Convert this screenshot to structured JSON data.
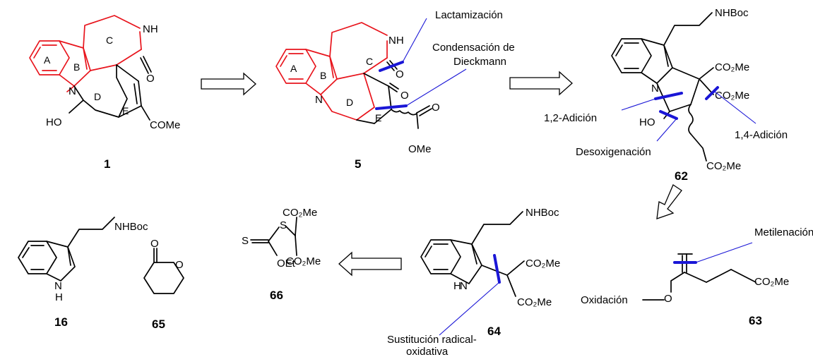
{
  "compounds": {
    "c1": "1",
    "c5": "5",
    "c62": "62",
    "c63": "63",
    "c64": "64",
    "c65": "65",
    "c66": "66",
    "c16": "16"
  },
  "ring_labels": {
    "A": "A",
    "B": "B",
    "C": "C",
    "D": "D",
    "E": "E"
  },
  "atom_labels": {
    "nh": "NH",
    "n": "N",
    "o": "O",
    "ho": "HO",
    "come": "COMe",
    "ome": "OMe",
    "nhboc": "NHBoc",
    "co2me": "CO₂Me",
    "oet": "OEt",
    "s": "S",
    "h": "H"
  },
  "annotations": {
    "lactamizacion": "Lactamización",
    "dieckmann_1": "Condensación de",
    "dieckmann_2": "Dieckmann",
    "adicion_12": "1,2-Adición",
    "adicion_14": "1,4-Adición",
    "desoxigenacion": "Desoxigenación",
    "metilenacion": "Metilenación",
    "oxidacion": "Oxidación",
    "sustitucion_1": "Sustitución radical-",
    "sustitucion_2": "oxidativa"
  },
  "colors": {
    "core": "#e8141c",
    "disconnection": "#1a16d6",
    "bond": "#000000"
  }
}
